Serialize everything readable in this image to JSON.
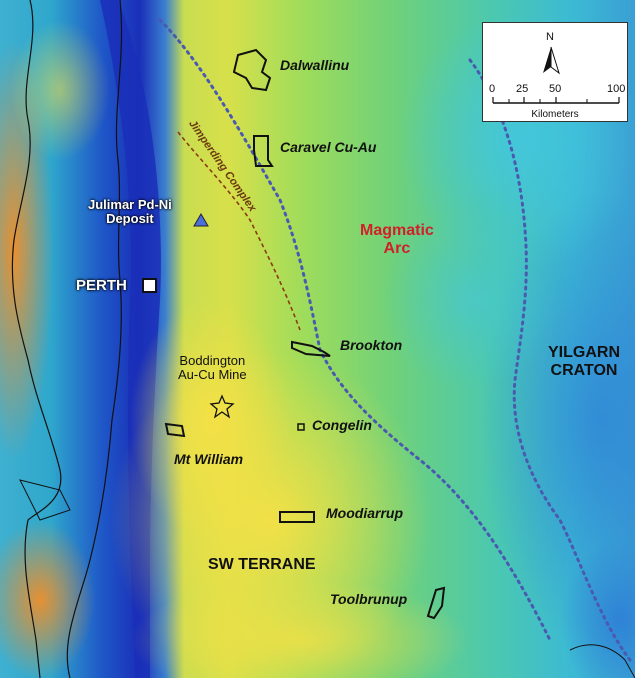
{
  "labels": {
    "dalwallinu": "Dalwallinu",
    "caravel": "Caravel Cu-Au",
    "jimperding": "Jimperding Complex",
    "julimar_line1": "Julimar Pd-Ni",
    "julimar_line2": "Deposit",
    "magmatic_line1": "Magmatic",
    "magmatic_line2": "Arc",
    "perth": "PERTH",
    "brookton": "Brookton",
    "boddington_line1": "Boddington",
    "boddington_line2": "Au-Cu Mine",
    "yilgarn_line1": "YILGARN",
    "yilgarn_line2": "CRATON",
    "congelin": "Congelin",
    "mt_william": "Mt William",
    "moodiarrup": "Moodiarrup",
    "sw_terrane": "SW TERRANE",
    "toolbrunup": "Toolbrunup"
  },
  "scale_bar": {
    "north": "N",
    "ticks": [
      "0",
      "25",
      "50",
      "100"
    ],
    "unit": "Kilometers"
  },
  "colors": {
    "deep_blue": "#1a2fb8",
    "cyan": "#3fc3d8",
    "green": "#8fd86a",
    "yellow": "#f2e14a",
    "orange": "#ef9a2a",
    "boundary_dots": "#4a5ab0",
    "jimperding_line": "#8b3a12",
    "magmatic_text": "#d2202a"
  }
}
